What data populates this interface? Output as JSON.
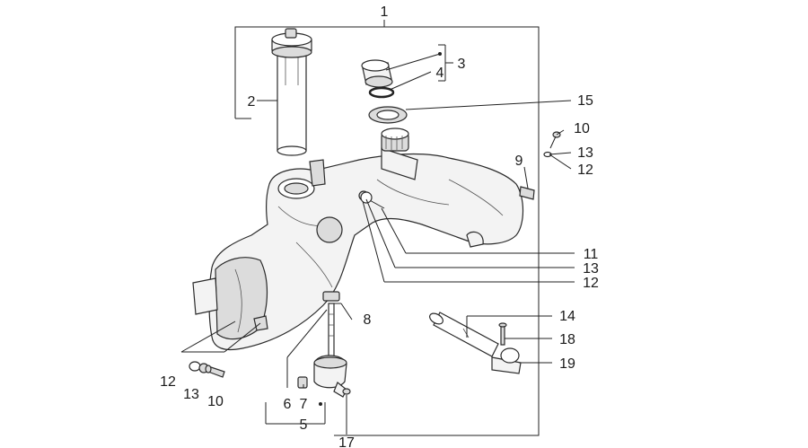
{
  "diagram": {
    "callouts": {
      "c1": "1",
      "c2": "2",
      "c3": "3",
      "c4": "4",
      "c15": "15",
      "c10a": "10",
      "c13a": "13",
      "c12a": "12",
      "c9": "9",
      "c11": "11",
      "c13b": "13",
      "c12b": "12",
      "c8": "8",
      "c14": "14",
      "c18": "18",
      "c19": "19",
      "c12c": "12",
      "c13c": "13",
      "c10b": "10",
      "c6": "6",
      "c7": "7",
      "c5": "5",
      "c17": "17"
    }
  }
}
